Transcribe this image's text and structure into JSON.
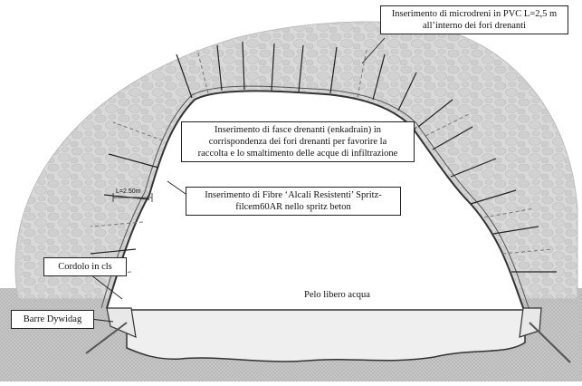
{
  "callouts": {
    "microdrains": {
      "line1": "Inserimento di microdreni in PVC L=2,5 m",
      "line2": "all’interno dei fori drenanti"
    },
    "drainage_strips": {
      "line1": "Inserimento di fasce drenanti (enkadrain) in",
      "line2": "corrispondenza dei fori drenanti per favorire la",
      "line3": "raccolta e lo smaltimento delle acque di infiltrazione"
    },
    "fibres": {
      "line1": "Inserimento di Fibre ‘Alcali Resistenti’ Spritz-",
      "line2": "filcem60AR    nello spritz beton"
    },
    "kerb": "Cordolo in cls",
    "bars": "Barre Dywidag"
  },
  "labels": {
    "water_level": "Pelo libero acqua",
    "bolt_length": "L=2.50m"
  },
  "colors": {
    "rock": "#d9d9d9",
    "ground": "#c4c4c4",
    "lines": "#222222",
    "background": "#ffffff"
  }
}
